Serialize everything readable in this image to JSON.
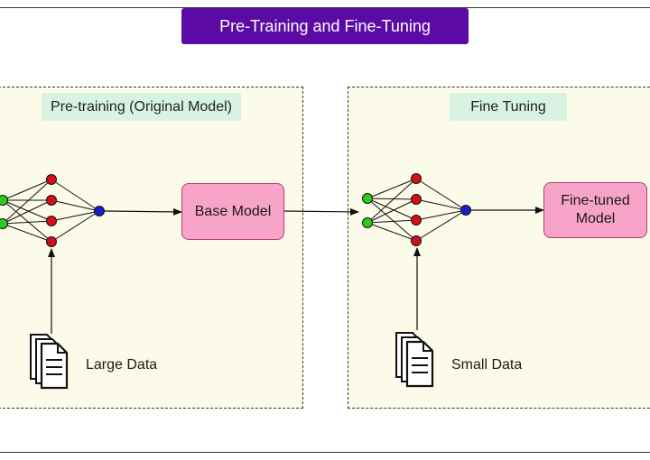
{
  "title": "Pre-Training and Fine-Tuning",
  "pretraining": {
    "label": "Pre-training (Original Model)",
    "model": "Base Model",
    "data": "Large Data"
  },
  "finetuning": {
    "label": "Fine Tuning",
    "model_line1": "Fine-tuned",
    "model_line2": "Model",
    "data": "Small Data"
  },
  "colors": {
    "title_bg": "#5b0aa6",
    "panel_bg": "#fcfbea",
    "label_bg": "#d8f3e2",
    "model_bg": "#f7a4c8",
    "input_node": "#2ecc1a",
    "hidden_node": "#d0101a",
    "output_node": "#1520c8"
  },
  "icons": {
    "network": "neural-network-icon",
    "documents": "documents-icon"
  }
}
